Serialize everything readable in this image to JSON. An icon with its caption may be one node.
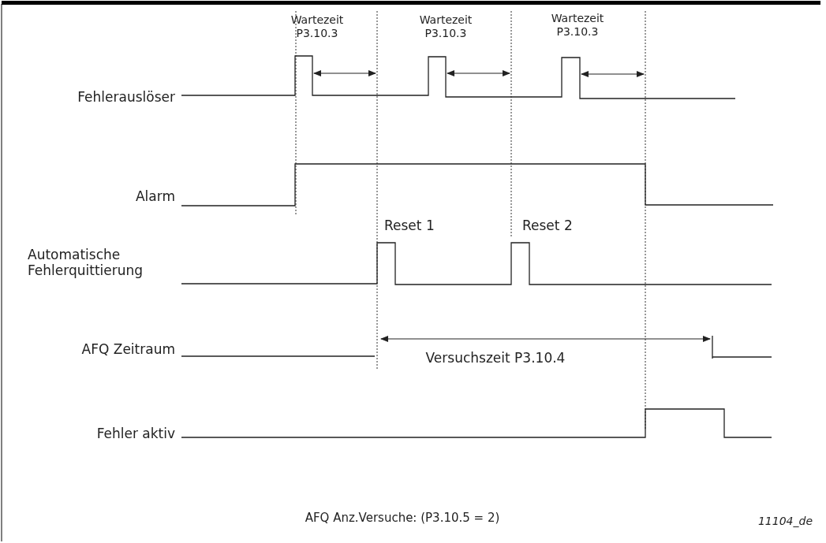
{
  "diagram": {
    "labels": [
      "Wartezeit P3.10.3",
      "Wartezeit P3.10.3",
      "Wartezeit P3.10.3",
      "Fehlerauslöser",
      "Alarm",
      "Reset 1",
      "Reset 2",
      "Automatische Fehlerquittierung",
      "AFQ Zeitraum",
      "Versuchszeit P3.10.4",
      "Fehler aktiv",
      "AFQ Anz.Versuche: (P3.10.5 = 2)",
      "11104_de"
    ]
  }
}
